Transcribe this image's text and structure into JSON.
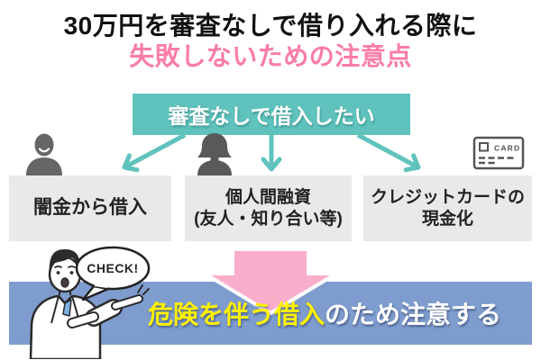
{
  "title": {
    "line1": "30万円を審査なしで借り入れる際に",
    "line2": "失敗しないための注意点"
  },
  "source": {
    "label": "審査なしで借入したい"
  },
  "options": [
    {
      "line1": "闇金から借入",
      "line2": "",
      "icon": "person-male"
    },
    {
      "line1": "個人間融資",
      "line2": "(友人・知り合い等)",
      "icon": "person-female"
    },
    {
      "line1": "クレジットカードの",
      "line2": "現金化",
      "icon": "credit-card"
    }
  ],
  "card_label": "CARD",
  "speech_bubble": {
    "label": "CHECK!"
  },
  "conclusion": {
    "highlight": "危険を伴う借入",
    "rest": "のため注意する"
  },
  "colors": {
    "teal": "#5FC2BC",
    "title_pink": "#FA7DA8",
    "box_gray": "#E9E9E9",
    "banner_blue": "#7E9DCE",
    "arrow_pink": "#F9AECB",
    "highlight_yellow": "#FFF100"
  }
}
